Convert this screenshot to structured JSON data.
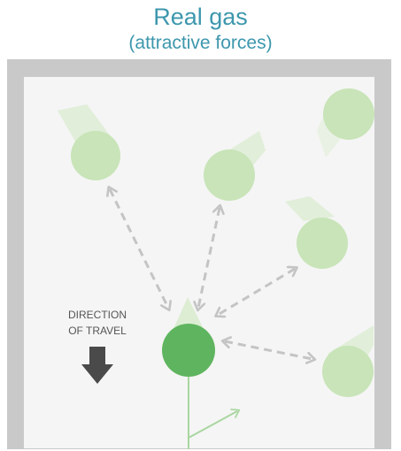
{
  "title": "Real gas",
  "subtitle": "(attractive forces)",
  "direction_label_line1": "DIRECTION",
  "direction_label_line2": "OF TRAVEL",
  "colors": {
    "title": "#3d97ad",
    "frame": "#c9c9c9",
    "chamber": "#f5f5f5",
    "molecule_light": "#c8e4b8",
    "molecule_focus": "#5fb55f",
    "arrow": "#c4c4c4",
    "direction_arrow": "#4a4a4a"
  },
  "icons": [
    "direction-down-arrow-icon",
    "dashed-double-arrow-icon"
  ]
}
